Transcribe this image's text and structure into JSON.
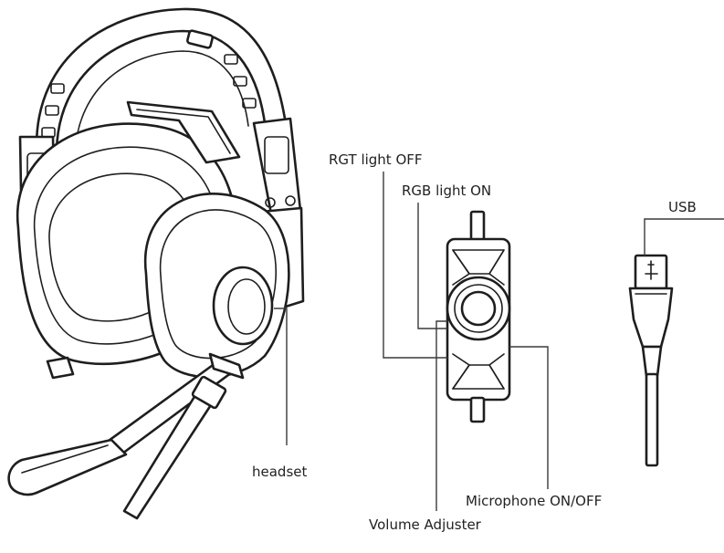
{
  "labels": {
    "rgt_light_off": "RGT light OFF",
    "rgb_light_on": "RGB light ON",
    "usb": "USB",
    "headset": "headset",
    "microphone_on_off": "Microphone ON/OFF",
    "volume_adjuster": "Volume Adjuster"
  },
  "colors": {
    "ink": "#1e1e1e",
    "background": "#ffffff"
  },
  "icons": [
    "headset-icon",
    "inline-controller-icon",
    "usb-plug-icon"
  ]
}
